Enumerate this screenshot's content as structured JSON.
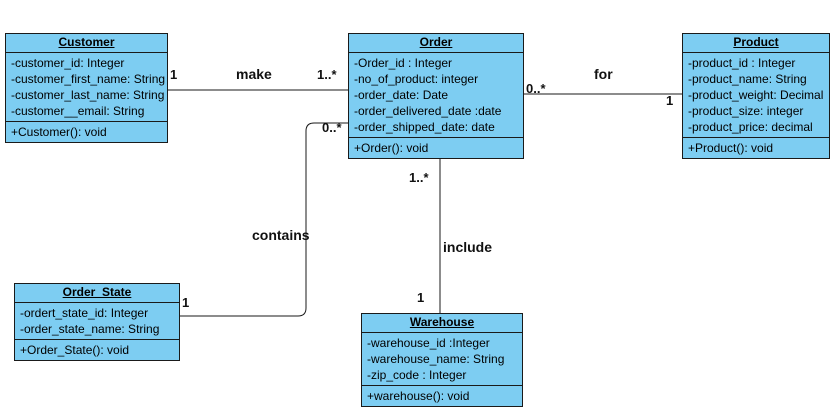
{
  "classes": {
    "customer": {
      "name": "Customer",
      "attributes": [
        "-customer_id: Integer",
        "-customer_first_name: String",
        "-customer_last_name: String",
        "-customer__email: String"
      ],
      "operations": [
        "+Customer(): void"
      ]
    },
    "order": {
      "name": "Order",
      "attributes": [
        "-Order_id : Integer",
        "-no_of_product: integer",
        "-order_date: Date",
        "-order_delivered_date :date",
        "-order_shipped_date: date"
      ],
      "operations": [
        "+Order(): void"
      ]
    },
    "product": {
      "name": "Product",
      "attributes": [
        "-product_id : Integer",
        "-product_name: String",
        "-product_weight:  Decimal",
        "-product_size: integer",
        "-product_price: decimal"
      ],
      "operations": [
        "+Product(): void"
      ]
    },
    "order_state": {
      "name": "Order_State",
      "attributes": [
        "-ordert_state_id: Integer",
        "-order_state_name: String"
      ],
      "operations": [
        "+Order_State(): void"
      ]
    },
    "warehouse": {
      "name": "Warehouse",
      "attributes": [
        "-warehouse_id :Integer",
        "-warehouse_name: String",
        "-zip_code : Integer"
      ],
      "operations": [
        "+warehouse(): void"
      ]
    }
  },
  "associations": {
    "make": {
      "label": "make",
      "source_mult": "1",
      "target_mult": "1..*"
    },
    "for": {
      "label": "for",
      "source_mult": "0..*",
      "target_mult": "1"
    },
    "contains": {
      "label": "contains",
      "source_mult": "0..*",
      "target_mult": "1"
    },
    "include": {
      "label": "include",
      "source_mult": "1..*",
      "target_mult": "1"
    }
  },
  "colors": {
    "class_fill": "#7dcdf2",
    "line": "#1a1a1a"
  }
}
